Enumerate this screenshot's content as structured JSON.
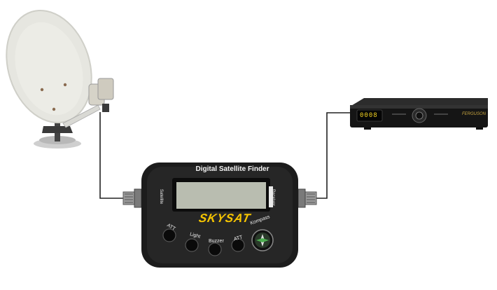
{
  "device": {
    "title": "Digital Satellite Finder",
    "brand": "SKYSAT",
    "buttons": {
      "att_left": "ATT",
      "light": "Light",
      "buzzer": "Buzzer",
      "att_right": "ATT"
    },
    "compass_label": "Kompass",
    "port_left": "Satellite",
    "port_right": "Receiver"
  },
  "receiver": {
    "display": "0008",
    "brand": "FERGUSON"
  },
  "colors": {
    "device_body": "#1c1c1c",
    "lcd": "#b9bdb0",
    "brand_yellow": "#f5c400",
    "dish": "#e6e6e0",
    "cable": "#222222"
  }
}
